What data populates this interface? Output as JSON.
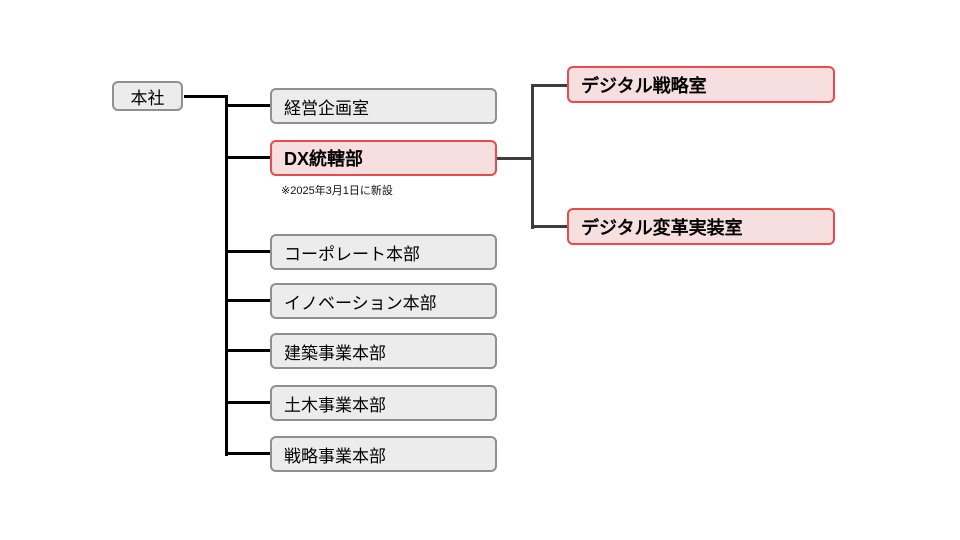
{
  "org_chart": {
    "root": {
      "label": "本社"
    },
    "departments": [
      {
        "label": "経営企画室",
        "highlighted": false
      },
      {
        "label": "DX統轄部",
        "highlighted": true,
        "note": "※2025年3月1日に新設"
      },
      {
        "label": "コーポレート本部",
        "highlighted": false
      },
      {
        "label": "イノベーション本部",
        "highlighted": false
      },
      {
        "label": "建築事業本部",
        "highlighted": false
      },
      {
        "label": "土木事業本部",
        "highlighted": false
      },
      {
        "label": "戦略事業本部",
        "highlighted": false
      }
    ],
    "dx_sub_departments": [
      {
        "label": "デジタル戦略室",
        "highlighted": true
      },
      {
        "label": "デジタル変革実装室",
        "highlighted": true
      }
    ],
    "colors": {
      "highlight_border": "#e84b4b",
      "highlight_fill": "#f7dfdf",
      "default_border": "#8f8f8f",
      "default_fill": "#ececec",
      "primary_connector": "#000000",
      "secondary_connector": "#3d3d3d"
    }
  }
}
